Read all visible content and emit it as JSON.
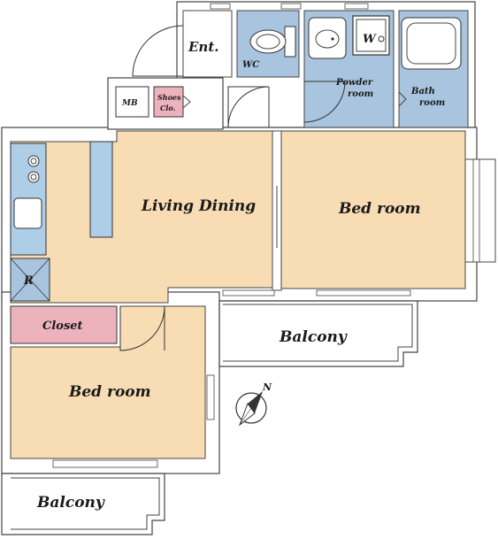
{
  "floor_plan": {
    "rooms": {
      "entrance": "Ent.",
      "wc": "WC",
      "powder_room_line1": "Powder",
      "powder_room_line2": "room",
      "washer": "W",
      "bath_room_line1": "Bath",
      "bath_room_line2": "room",
      "meter_box": "MB",
      "shoes_closet_line1": "Shoes",
      "shoes_closet_line2": "Clo.",
      "living_dining": "Living Dining",
      "bedroom_east": "Bed room",
      "bedroom_west": "Bed room",
      "closet": "Closet",
      "refrigerator": "R",
      "balcony_east": "Balcony",
      "balcony_west": "Balcony",
      "compass_north": "N"
    },
    "colors": {
      "wet_area": "#a9c4de",
      "room_floor": "#f8ddb4",
      "closet": "#ecb3bd",
      "fixture": "#aecde6",
      "wall": "#444444",
      "background": "#ffffff"
    }
  }
}
